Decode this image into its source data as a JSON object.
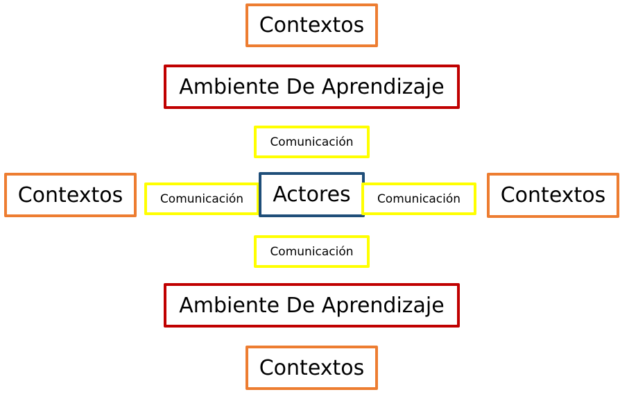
{
  "diagram": {
    "contexts_label": "Contextos",
    "environment_label": "Ambiente De Aprendizaje",
    "communication_label": "Comunicación",
    "actors_label": "Actores"
  },
  "colors": {
    "contexts": "#ED7D31",
    "environment": "#C00000",
    "communication": "#FFFF00",
    "actors": "#1F4E79"
  }
}
